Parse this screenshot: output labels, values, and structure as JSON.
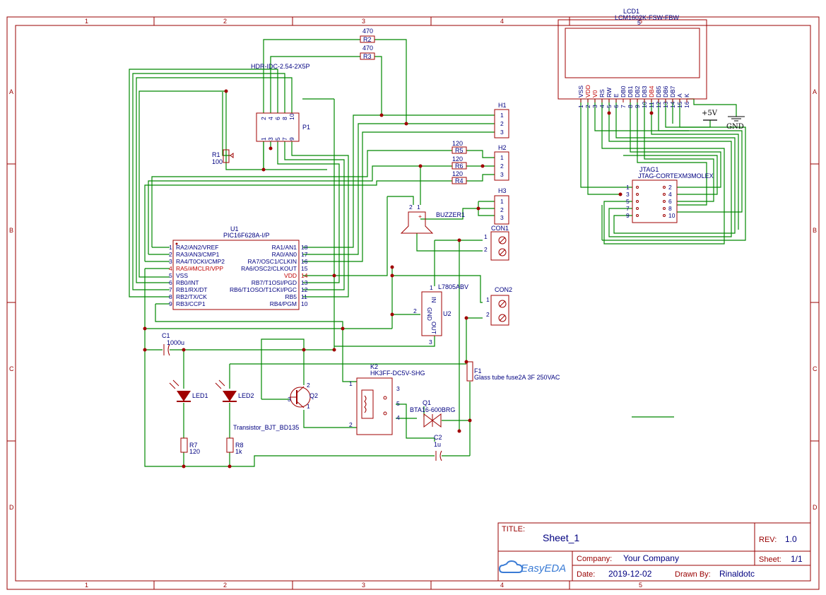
{
  "grid": {
    "columns": [
      "1",
      "2",
      "3",
      "4",
      "5"
    ],
    "rows": [
      "A",
      "B",
      "C",
      "D"
    ]
  },
  "title_block": {
    "title_label": "TITLE:",
    "title": "Sheet_1",
    "rev_label": "REV:",
    "rev": "1.0",
    "company_label": "Company:",
    "company": "Your Company",
    "sheet_label": "Sheet:",
    "sheet": "1/1",
    "date_label": "Date:",
    "date": "2019-12-02",
    "drawn_label": "Drawn By:",
    "drawn_by": "Rinaldotc",
    "logo_text": "EasyEDA"
  },
  "components": {
    "lcd": {
      "ref": "LCD1",
      "value": "LCM1602K-FSW-FBW",
      "pins": [
        "VSS",
        "VDD",
        "V0",
        "RS",
        "RW",
        "E",
        "DB0",
        "DB1",
        "DB2",
        "DB3",
        "DB4",
        "DB5",
        "DB6",
        "DB7",
        "A",
        "K"
      ],
      "pin_numbers": [
        "1",
        "2",
        "3",
        "4",
        "5",
        "6",
        "7",
        "8",
        "9",
        "10",
        "11",
        "12",
        "13",
        "14",
        "15",
        "16"
      ],
      "top_pin": "5"
    },
    "jtag": {
      "ref": "JTAG1",
      "value": "JTAG-CORTEXM3MOLEX",
      "left_pins": [
        "1",
        "3",
        "5",
        "7",
        "9"
      ],
      "right_pins": [
        "2",
        "4",
        "6",
        "8",
        "10"
      ]
    },
    "p1": {
      "ref": "P1",
      "value": "HDR-IDC-2.54-2X5P",
      "top_pins": [
        "2",
        "4",
        "6",
        "8",
        "10"
      ],
      "bottom_pins": [
        "1",
        "3",
        "5",
        "7",
        "9"
      ]
    },
    "u1": {
      "ref": "U1",
      "value": "PIC16F628A-I/P",
      "left": [
        {
          "num": "1",
          "name": "RA2/AN2/VREF"
        },
        {
          "num": "2",
          "name": "RA3/AN3/CMP1"
        },
        {
          "num": "3",
          "name": "RA4/T0CKI/CMP2"
        },
        {
          "num": "4",
          "name": "RA5/#MCLR/VPP"
        },
        {
          "num": "5",
          "name": "VSS"
        },
        {
          "num": "6",
          "name": "RB0/INT"
        },
        {
          "num": "7",
          "name": "RB1/RX/DT"
        },
        {
          "num": "8",
          "name": "RB2/TX/CK"
        },
        {
          "num": "9",
          "name": "RB3/CCP1"
        }
      ],
      "right": [
        {
          "num": "18",
          "name": "RA1/AN1"
        },
        {
          "num": "17",
          "name": "RA0/AN0"
        },
        {
          "num": "16",
          "name": "RA7/OSC1/CLKIN"
        },
        {
          "num": "15",
          "name": "RA6/OSC2/CLKOUT"
        },
        {
          "num": "14",
          "name": "VDD"
        },
        {
          "num": "13",
          "name": "RB7/T1OSI/PGD"
        },
        {
          "num": "12",
          "name": "RB6/T1OSO/T1CKI/PGC"
        },
        {
          "num": "11",
          "name": "RB5"
        },
        {
          "num": "10",
          "name": "RB4/PGM"
        }
      ]
    },
    "r1": {
      "ref": "R1",
      "value": "100"
    },
    "r2": {
      "ref": "R2",
      "value": "470"
    },
    "r3": {
      "ref": "R3",
      "value": "470"
    },
    "r4": {
      "ref": "R4",
      "value": "120"
    },
    "r5": {
      "ref": "R5",
      "value": "120"
    },
    "r6": {
      "ref": "R6",
      "value": "120"
    },
    "r7": {
      "ref": "R7",
      "value": "120"
    },
    "r8": {
      "ref": "R8",
      "value": "1k"
    },
    "h1": {
      "ref": "H1",
      "pins": [
        "1",
        "2",
        "3"
      ]
    },
    "h2": {
      "ref": "H2",
      "pins": [
        "1",
        "2",
        "3"
      ]
    },
    "h3": {
      "ref": "H3",
      "pins": [
        "1",
        "2",
        "3"
      ]
    },
    "buzzer": {
      "ref": "BUZZER1",
      "pin1": "1",
      "pin2": "2",
      "plus": "+"
    },
    "con1": {
      "ref": "CON1",
      "pin1": "1",
      "pin2": "2"
    },
    "con2": {
      "ref": "CON2",
      "pin1": "1",
      "pin2": "2"
    },
    "u2": {
      "ref": "U2",
      "value": "L7805ABV",
      "in": "IN",
      "gnd": "GND",
      "out": "OUT",
      "pin1": "1",
      "pin2": "2",
      "pin3": "3"
    },
    "c1": {
      "ref": "C1",
      "value": "1000u"
    },
    "c2": {
      "ref": "C2",
      "value": "1u"
    },
    "led1": {
      "ref": "LED1"
    },
    "led2": {
      "ref": "LED2"
    },
    "q2": {
      "ref": "Q2",
      "value": "Transistor_BJT_BD135",
      "p1": "1",
      "p2": "2",
      "p3": "3"
    },
    "k2": {
      "ref": "K2",
      "value": "HK3FF-DC5V-SHG",
      "p1": "1",
      "p2": "2",
      "p3": "3",
      "p4": "4",
      "p5": "5"
    },
    "q1": {
      "ref": "Q1",
      "value": "BTA16-600BRG"
    },
    "f1": {
      "ref": "F1",
      "value": "Glass tube fuse2A 3F 250VAC"
    },
    "power": {
      "vcc": "+5V",
      "gnd": "GND"
    }
  }
}
